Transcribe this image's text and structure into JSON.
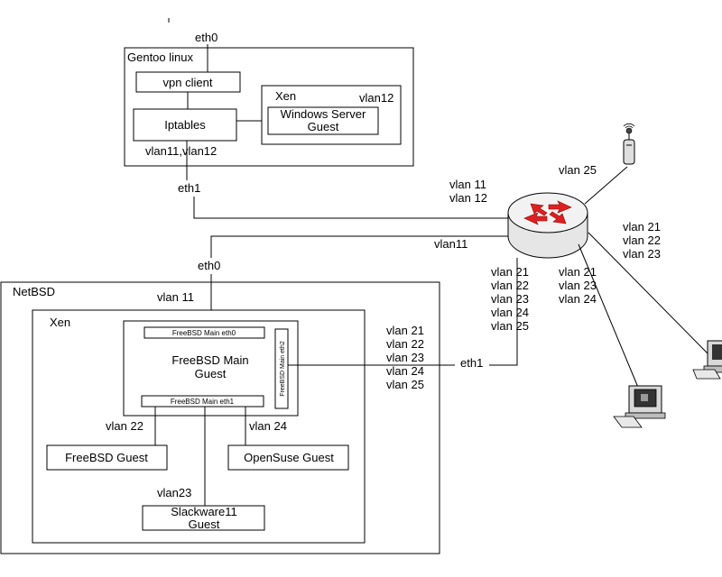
{
  "gentoo": {
    "title": "Gentoo linux",
    "eth0": "eth0",
    "vpn_client": "vpn client",
    "iptables": "Iptables",
    "vlans": "vlan11,vlan12",
    "eth1": "eth1",
    "xen": "Xen",
    "xen_vlan": "vlan12",
    "windows_guest_line1": "Windows Server",
    "windows_guest_line2": "Guest"
  },
  "router": {
    "uplink_vlans": [
      "vlan 11",
      "vlan 12"
    ],
    "netbsd_vlan": "vlan11",
    "wifi_vlan": "vlan 25",
    "right_vlans": [
      "vlan 21",
      "vlan 22",
      "vlan 23"
    ],
    "down_left_vlans": [
      "vlan 21",
      "vlan 22",
      "vlan 23",
      "vlan 24",
      "vlan 25"
    ],
    "down_right_vlans": [
      "vlan 21",
      "vlan 23",
      "vlan 24"
    ],
    "colors": {
      "body": "#e6e6e6",
      "arrows": "#e02020"
    }
  },
  "netbsd": {
    "title": "NetBSD",
    "eth0": "eth0",
    "vlan11": "vlan 11",
    "xen": "Xen",
    "main_guest_line1": "FreeBSD Main",
    "main_guest_line2": "Guest",
    "main_eth0": "FreeBSD Main eth0",
    "main_eth1": "FreeBSD Main eth1",
    "main_eth2": "FreeBSD Main eth2",
    "eth1": "eth1",
    "trunk_vlans": [
      "vlan 21",
      "vlan 22",
      "vlan 23",
      "vlan 24",
      "vlan 25"
    ],
    "vlan22": "vlan 22",
    "vlan24": "vlan 24",
    "vlan23": "vlan23",
    "freebsd_guest": "FreeBSD Guest",
    "opensuse_guest": "OpenSuse Guest",
    "slackware_line1": "Slackware11",
    "slackware_line2": "Guest"
  }
}
